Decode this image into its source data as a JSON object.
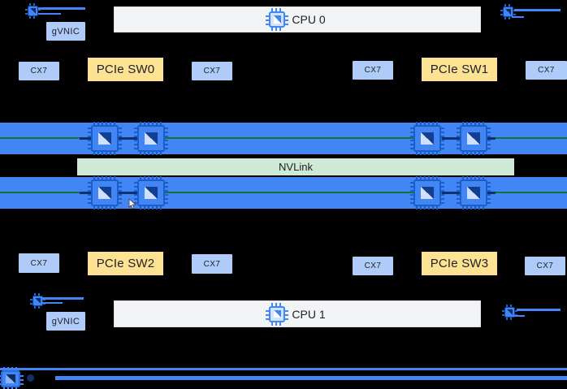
{
  "labels": {
    "cpu0": "CPU 0",
    "cpu1": "CPU 1",
    "nvlink": "NVLink",
    "gvnic_top": "gVNIC",
    "gvnic_bottom": "gVNIC"
  },
  "pcie_switches": [
    {
      "label": "PCIe SW0"
    },
    {
      "label": "PCIe SW1"
    },
    {
      "label": "PCIe SW2"
    },
    {
      "label": "PCIe SW3"
    }
  ],
  "nics": [
    {
      "label": "CX7"
    },
    {
      "label": "CX7"
    },
    {
      "label": "CX7"
    },
    {
      "label": "CX7"
    },
    {
      "label": "CX7"
    },
    {
      "label": "CX7"
    },
    {
      "label": "CX7"
    },
    {
      "label": "CX7"
    }
  ],
  "icons": {
    "cpu_chip": "chip-icon",
    "gpu_chip": "chip-icon",
    "network_port": "chip-icon",
    "legend_chip": "chip-icon",
    "legend_dot": "dot-icon",
    "cursor": "mouse-cursor"
  },
  "colors": {
    "background": "#000000",
    "gpu_bar": "#4285f4",
    "nvlink_fill": "#ceead6",
    "nic_fill": "#aecbfa",
    "pcie_fill": "#fde293",
    "cpu_fill": "#f1f3f4",
    "rail_green": "#137333",
    "link_blue": "#4285f4",
    "link_dark": "#11306e",
    "text": "#202124"
  }
}
